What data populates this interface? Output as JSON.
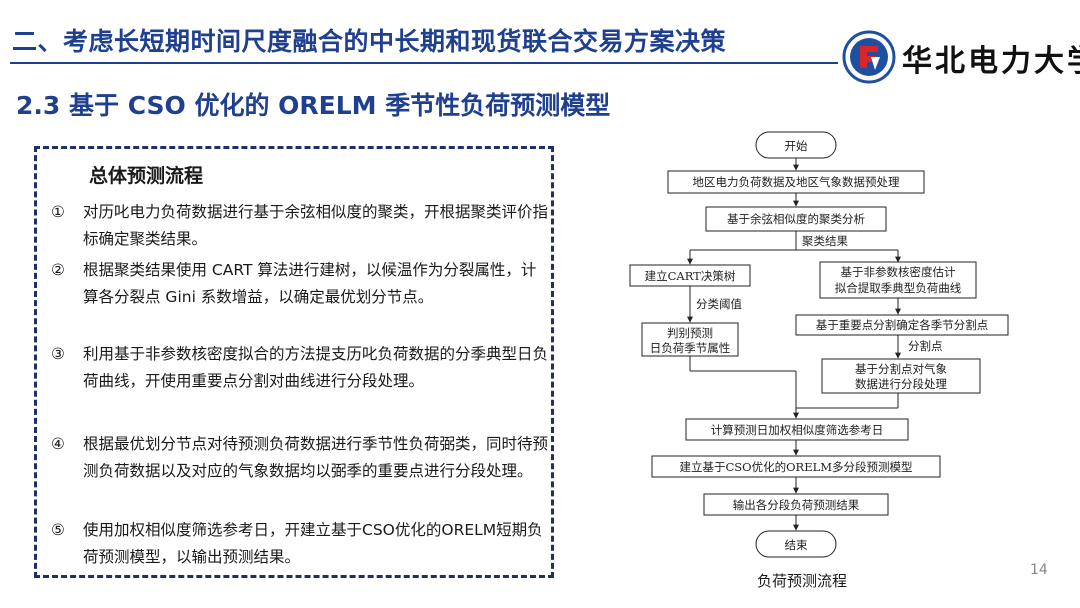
{
  "header": {
    "title": "二、考虑长短期时间尺度融合的中长期和现货联合交易方案决策",
    "logo_text": "华北电力大学"
  },
  "subtitle": "2.3 基于 CSO 优化的 ORELM 季节性负荷预测模型",
  "panel": {
    "title": "总体预测流程",
    "steps": [
      {
        "num": "①",
        "text": "对历叱电力负荷数据进行基于余弦相似度的聚类，开根据聚类评价指标确定聚类结果。"
      },
      {
        "num": "②",
        "text": "根据聚类结果使用 CART 算法进行建树，以候温作为分裂属性，计算各分裂点 Gini 系数增益，以确定最优划分节点。"
      },
      {
        "num": "③",
        "text": "利用基于非参数核密度拟合的方法提支历叱负荷数据的分季典型日负荷曲线，开使用重要点分割对曲线进行分段处理。"
      },
      {
        "num": "④",
        "text": "根据最优划分节点对待预测负荷数据进行季节性负荷弼类，同时待预测负荷数据以及对应的气象数据均以弼季的重要点进行分段处理。"
      },
      {
        "num": "⑤",
        "text": "使用加权相似度筛选参考日，开建立基于CSO优化的ORELM短期负荷预测模型，以输出预测结果。"
      }
    ]
  },
  "flowchart": {
    "start": "开始",
    "preprocess": "地区电力负荷数据及地区气象数据预处理",
    "cluster": "基于余弦相似度的聚类分析",
    "cluster_result": "聚类结果",
    "cart": "建立CART决策树",
    "kde_line1": "基于非参数核密度估计",
    "kde_line2": "拟合提取季典型负荷曲线",
    "threshold": "分类阈值",
    "judge_line1": "判别预测",
    "judge_line2": "日负荷季节属性",
    "split_points": "基于重要点分割确定各季节分割点",
    "split_label": "分割点",
    "seg_line1": "基于分割点对气象",
    "seg_line2": "数据进行分段处理",
    "similarity": "计算预测日加权相似度筛选参考日",
    "model": "建立基于CSO优化的ORELM多分段预测模型",
    "output": "输出各分段负荷预测结果",
    "end": "结束"
  },
  "caption": "负荷预测流程",
  "page_number": "14",
  "colors": {
    "accent": "#1f3f8f",
    "box_border": "#1f2f6b",
    "logo_red": "#d8262c",
    "logo_blue": "#1f4fa0"
  }
}
